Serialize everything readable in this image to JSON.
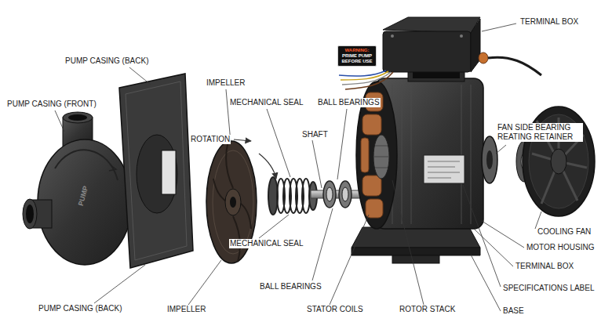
{
  "diagram": {
    "nodes": [
      {
        "text": [
          "WARNING:",
          "PRIME PUMP BEFORE USE"
        ]
      }
    ],
    "labels": [
      "TERMINAL BOX",
      "PUMP CASING (BACK)",
      "PUMP CASING (FRONT)",
      "IMPELLER",
      "MECHANICAL SEAL",
      "BALL BEARINGS",
      "ROTATION",
      "SHAFT",
      "FAN SIDE BEARING REATING RETAINER",
      "MECHANICAL SEAL",
      "COOLING FAN",
      "MOTOR HOUSING",
      "BALL BEARINGS",
      "TERMINAL BOX",
      "SPECIFICATIONS LABEL",
      "PUMP CASING (BACK)",
      "IMPELLER",
      "STATOR COILS",
      "ROTOR STACK",
      "BASE",
      "PUMP"
    ]
  }
}
